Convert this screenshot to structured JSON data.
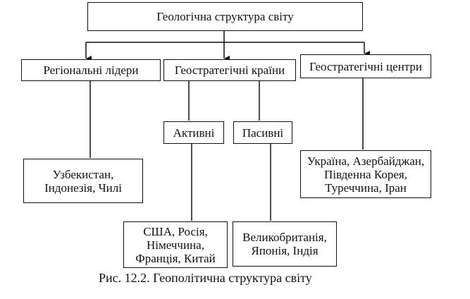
{
  "root": "Геологічна структура світу",
  "level1": [
    "Регіональні лідери",
    "Геостратегічні країни",
    "Геостратегічні центри"
  ],
  "geostrategic_types": [
    "Активні",
    "Пасивні"
  ],
  "leaves": {
    "regional_leaders": [
      "Узбекистан,",
      "Індонезія, Чилі"
    ],
    "active": [
      "США, Росія,",
      "Німеччина,",
      "Франція, Китай"
    ],
    "passive": [
      "Великобританія,",
      "Японія, Індія"
    ],
    "centers": [
      "Україна, Азербайджан,",
      "Південна Корея,",
      "Туреччина, Іран"
    ]
  },
  "caption": "Рис. 12.2. Геополітична структура світу"
}
